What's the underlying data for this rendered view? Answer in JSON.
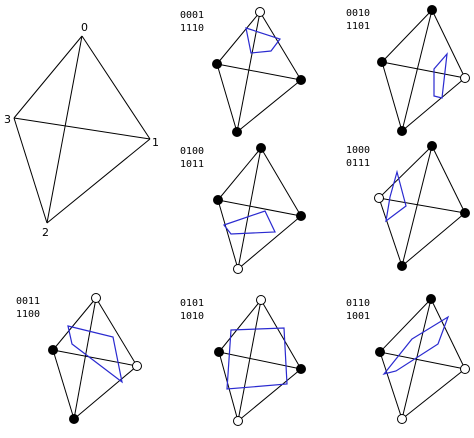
{
  "colors": {
    "edge": "#000000",
    "section": "#2a2ad0",
    "filled": "#000000",
    "open": "#ffffff"
  },
  "main": {
    "vertex_labels": [
      "0",
      "1",
      "2",
      "3"
    ]
  },
  "cases": [
    {
      "code_a": "0001",
      "code_b": "1110",
      "filled_vertices": [
        1,
        2,
        3
      ],
      "open_vertices": [
        0
      ]
    },
    {
      "code_a": "0010",
      "code_b": "1101",
      "filled_vertices": [
        0,
        2,
        3
      ],
      "open_vertices": [
        1
      ]
    },
    {
      "code_a": "0100",
      "code_b": "1011",
      "filled_vertices": [
        0,
        1,
        3
      ],
      "open_vertices": [
        2
      ]
    },
    {
      "code_a": "1000",
      "code_b": "0111",
      "filled_vertices": [
        0,
        1,
        2
      ],
      "open_vertices": [
        3
      ]
    },
    {
      "code_a": "0011",
      "code_b": "1100",
      "filled_vertices": [
        2,
        3
      ],
      "open_vertices": [
        0,
        1
      ]
    },
    {
      "code_a": "0101",
      "code_b": "1010",
      "filled_vertices": [
        1,
        3
      ],
      "open_vertices": [
        0,
        2
      ]
    },
    {
      "code_a": "0110",
      "code_b": "1001",
      "filled_vertices": [
        0,
        3
      ],
      "open_vertices": [
        1,
        2
      ]
    }
  ]
}
